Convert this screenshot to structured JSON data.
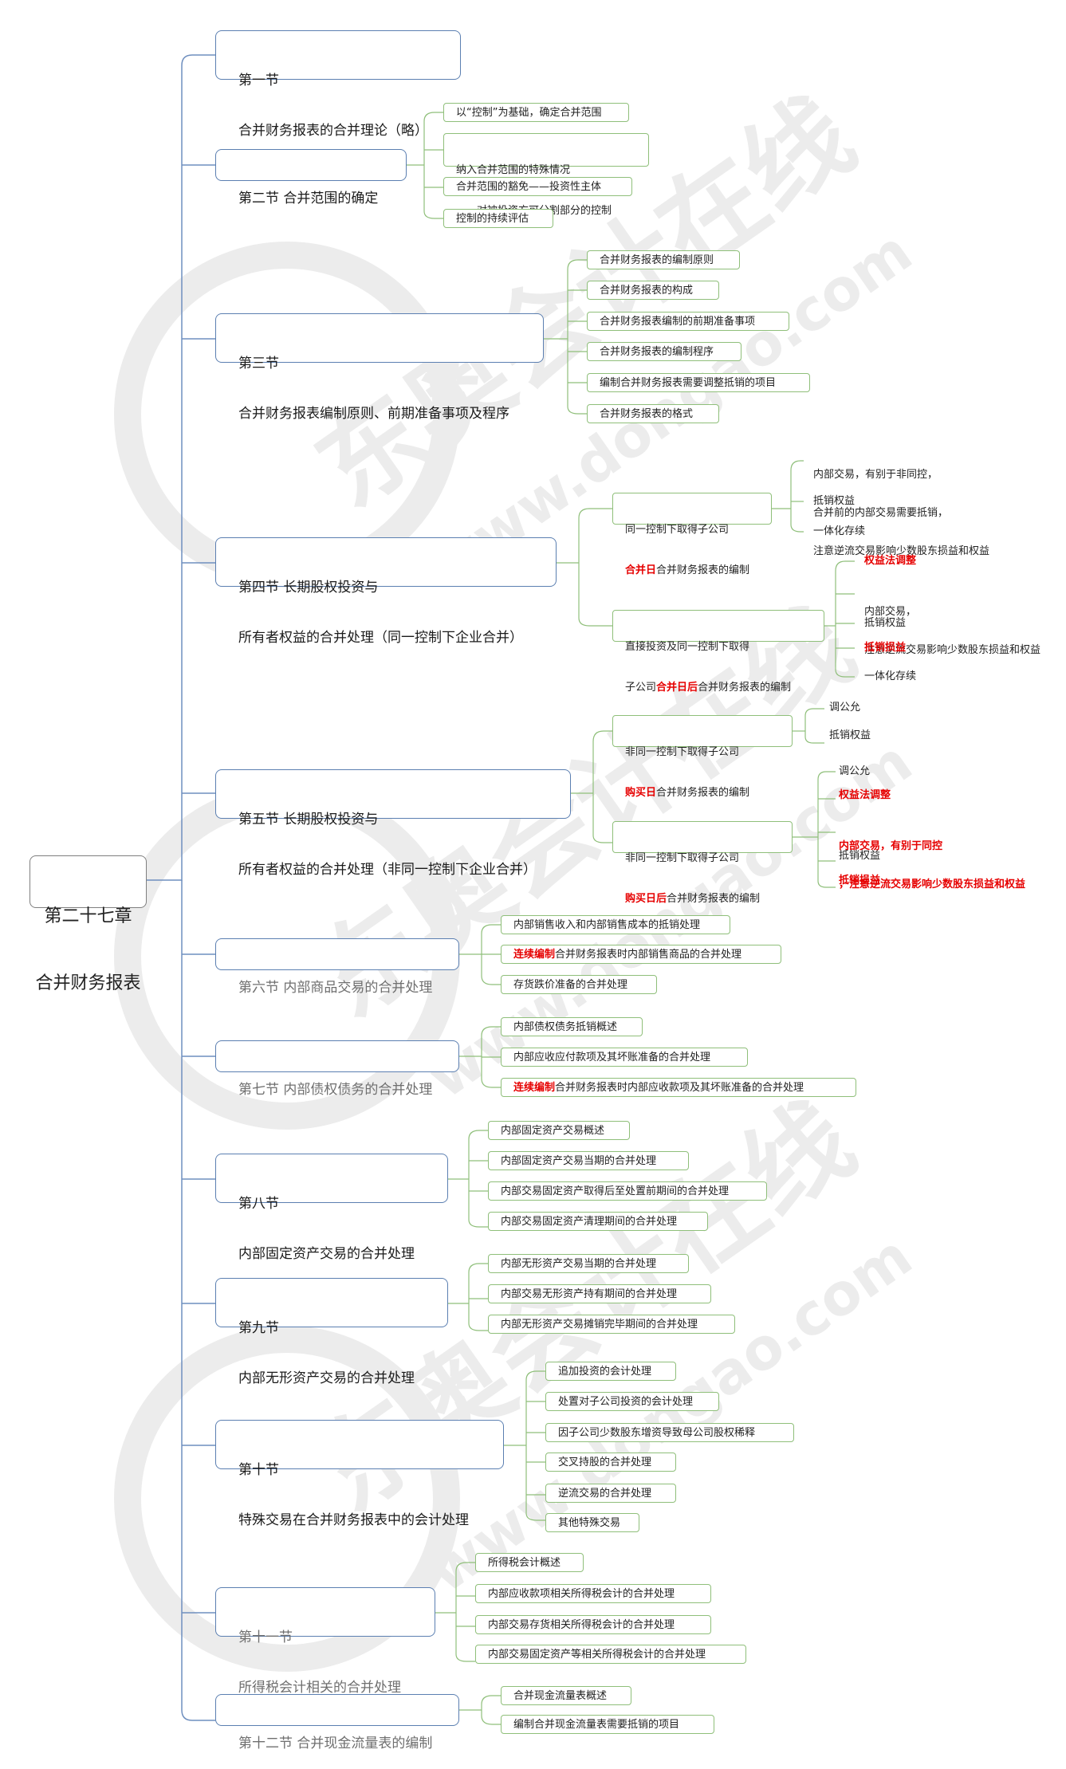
{
  "root": {
    "line1": "第二十七章",
    "line2": "合并财务报表"
  },
  "sections": [
    {
      "l1": "第一节",
      "l2": "合并财务报表的合并理论（略）"
    },
    {
      "l1": "第二节 合并范围的确定"
    },
    {
      "l1": "第三节",
      "l2": "合并财务报表编制原则、前期准备事项及程序"
    },
    {
      "l1": "第四节 长期股权投资与",
      "l2": "所有者权益的合并处理（同一控制下企业合并）"
    },
    {
      "l1": "第五节 长期股权投资与",
      "l2": "所有者权益的合并处理（非同一控制下企业合并）"
    },
    {
      "l1": "第六节 内部商品交易的合并处理"
    },
    {
      "l1": "第七节 内部债权债务的合并处理"
    },
    {
      "l1": "第八节",
      "l2": "内部固定资产交易的合并处理"
    },
    {
      "l1": "第九节",
      "l2": "内部无形资产交易的合并处理"
    },
    {
      "l1": "第十节",
      "l2": "特殊交易在合并财务报表中的会计处理"
    },
    {
      "l1": "第十一节",
      "l2": "所得税会计相关的合并处理"
    },
    {
      "l1": "第十二节 合并现金流量表的编制"
    }
  ],
  "s2": [
    "以“控制”为基础，确定合并范围",
    "纳入合并范围的特殊情况",
    "——对被投资方可分割部分的控制",
    "合并范围的豁免——投资性主体",
    "控制的持续评估"
  ],
  "s3": [
    "合并财务报表的编制原则",
    "合并财务报表的构成",
    "合并财务报表编制的前期准备事项",
    "合并财务报表的编制程序",
    "编制合并财务报表需要调整抵销的项目",
    "合并财务报表的格式"
  ],
  "s4": {
    "a": {
      "l1": "同一控制下取得子公司",
      "hl": "合并日",
      "rest": "合并财务报表的编制",
      "sub": [
        "内部交易，有别于非同控，",
        "合并前的内部交易需要抵销，",
        "注意逆流交易影响少数股东损益和权益",
        "抵销权益",
        "一体化存续"
      ]
    },
    "b": {
      "l1": "直接投资及同一控制下取得",
      "pre": "子公司",
      "hl": "合并日后",
      "rest": "合并财务报表的编制",
      "sub": [
        "权益法调整",
        "内部交易，",
        "注意逆流交易影响少数股东损益和权益",
        "抵销权益",
        "抵销损益",
        "一体化存续"
      ]
    }
  },
  "s5": {
    "a": {
      "l1": "非同一控制下取得子公司",
      "hl": "购买日",
      "rest": "合并财务报表的编制",
      "sub": [
        "调公允",
        "抵销权益"
      ]
    },
    "b": {
      "l1": "非同一控制下取得子公司",
      "hl": "购买日后",
      "rest": "合并财务报表的编制",
      "sub": [
        "调公允",
        "权益法调整",
        "内部交易，有别于同控",
        "，注意逆流交易影响少数股东损益和权益",
        "抵销权益",
        "抵销损益"
      ]
    }
  },
  "s6": {
    "i1": "内部销售收入和内部销售成本的抵销处理",
    "hl": "连续编制",
    "i2": "合并财务报表时内部销售商品的合并处理",
    "i3": "存货跌价准备的合并处理"
  },
  "s7": {
    "i1": "内部债权债务抵销概述",
    "i2": "内部应收应付款项及其坏账准备的合并处理",
    "hl": "连续编制",
    "i3": "合并财务报表时内部应收款项及其坏账准备的合并处理"
  },
  "s8": [
    "内部固定资产交易概述",
    "内部固定资产交易当期的合并处理",
    "内部交易固定资产取得后至处置前期间的合并处理",
    "内部交易固定资产清理期间的合并处理"
  ],
  "s9": [
    "内部无形资产交易当期的合并处理",
    "内部交易无形资产持有期间的合并处理",
    "内部无形资产交易摊销完毕期间的合并处理"
  ],
  "s10": [
    "追加投资的会计处理",
    "处置对子公司投资的会计处理",
    "因子公司少数股东增资导致母公司股权稀释",
    "交叉持股的合并处理",
    "逆流交易的合并处理",
    "其他特殊交易"
  ],
  "s11": [
    "所得税会计概述",
    "内部应收款项相关所得税会计的合并处理",
    "内部交易存货相关所得税会计的合并处理",
    "内部交易固定资产等相关所得税会计的合并处理"
  ],
  "s12": [
    "合并现金流量表概述",
    "编制合并现金流量表需要抵销的项目"
  ],
  "watermark": {
    "brand": "东奥会计在线",
    "url": "www.dongao.com"
  },
  "colors": {
    "section_border": "#5b7fb1",
    "leaf_border": "#8fbf7a",
    "highlight": "#e60000",
    "link": "#6f8fbf"
  }
}
